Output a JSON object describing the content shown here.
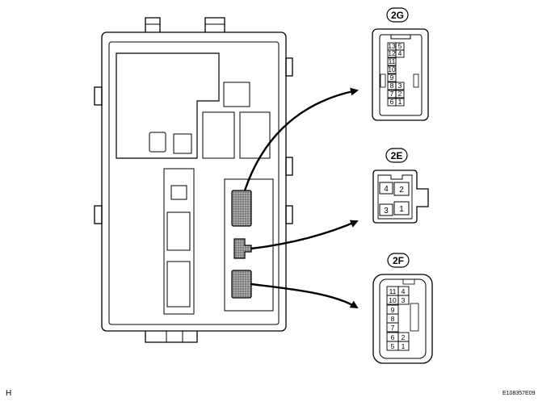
{
  "labels": {
    "connector_2g": "2G",
    "connector_2e": "2E",
    "connector_2f": "2F",
    "corner_left": "H",
    "corner_right": "E108357E09"
  },
  "connectors": {
    "c2g": {
      "pins": [
        "13",
        "5",
        "12",
        "4",
        "11",
        "10",
        "9",
        "8",
        "3",
        "7",
        "2",
        "6",
        "1"
      ]
    },
    "c2e": {
      "pins": [
        "4",
        "2",
        "3",
        "1"
      ]
    },
    "c2f": {
      "pins": [
        "11",
        "4",
        "10",
        "3",
        "9",
        "8",
        "7",
        "6",
        "2",
        "5",
        "1"
      ]
    }
  },
  "colors": {
    "line": "#000000",
    "hatch": "#7a7a7a"
  }
}
